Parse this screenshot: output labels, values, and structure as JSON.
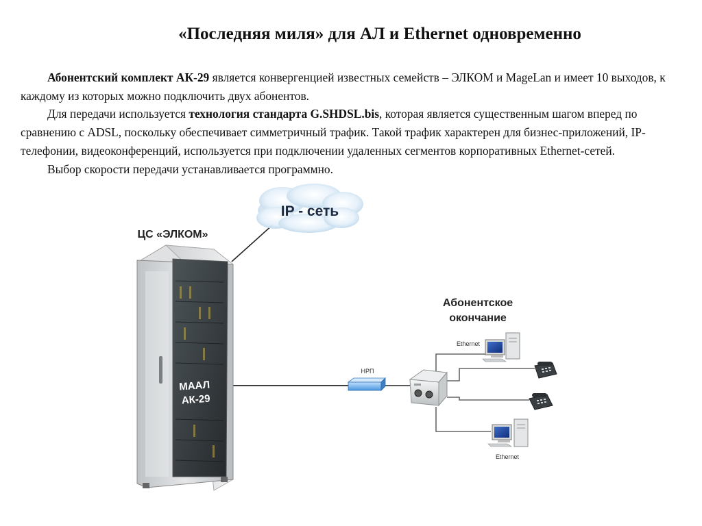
{
  "slide": {
    "title": "«Последняя миля» для АЛ и Ethernet одновременно",
    "p1_bold": "Абонентский комплект АК-29",
    "p1_rest": " является конвергенцией известных семейств  – ЭЛКОМ и MageLan и имеет 10 выходов, к каждому из которых можно подключить двух абонентов.",
    "p2_start": "Для передачи используется ",
    "p2_bold": "технология стандарта G.SHDSL.bis",
    "p2_rest": ", которая является существенным  шагом вперед по сравнению с ADSL, поскольку обеспечивает симметричный трафик. Такой трафик характерен для бизнес-приложений, IP-телефонии, видеоконференций, используется при подключении удаленных сегментов корпоративных Ethernet-сетей.",
    "p3": "Выбор скорости передачи устанавливается программно."
  },
  "diagram": {
    "cloud_label": "IP - сеть",
    "rack_label": "ЦС «ЭЛКОМ»",
    "board_label_1": "МААЛ",
    "board_label_2": "АК-29",
    "nrp_label": "НРП",
    "subscriber_label_1": "Абонентское",
    "subscriber_label_2": "окончание",
    "ethernet_top": "Ethernet",
    "ethernet_bottom": "Ethernet"
  }
}
